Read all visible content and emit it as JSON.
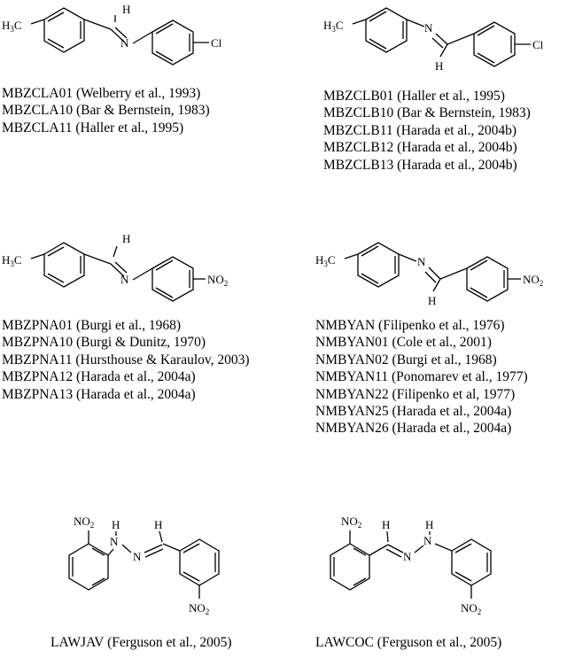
{
  "molecules": [
    {
      "id": "mbzcla",
      "labels": {
        "left": "H3C",
        "right": "Cl",
        "imine_h": "H",
        "imine_n": "N"
      },
      "refs": [
        "MBZCLA01 (Welberry et al., 1993)",
        "MBZCLA10 (Bar & Bernstein, 1983)",
        "MBZCLA11 (Haller et al., 1995)"
      ]
    },
    {
      "id": "mbzclb",
      "labels": {
        "left": "H3C",
        "right": "Cl",
        "imine_h": "H",
        "imine_n": "N"
      },
      "refs": [
        "MBZCLB01 (Haller et al., 1995)",
        "MBZCLB10 (Bar & Bernstein, 1983)",
        "MBZCLB11 (Harada et al., 2004b)",
        "MBZCLB12 (Harada et al., 2004b)",
        "MBZCLB13 (Harada et al., 2004b)"
      ]
    },
    {
      "id": "mbzpna",
      "labels": {
        "left": "H3C",
        "right": "NO2",
        "imine_h": "H",
        "imine_n": "N"
      },
      "refs": [
        "MBZPNA01 (Burgi et al., 1968)",
        "MBZPNA10 (Burgi & Dunitz, 1970)",
        "MBZPNA11 (Hursthouse & Karaulov, 2003)",
        "MBZPNA12 (Harada et al., 2004a)",
        "MBZPNA13 (Harada et al., 2004a)"
      ]
    },
    {
      "id": "nmbyan",
      "labels": {
        "left": "H3C",
        "right": "NO2",
        "imine_h": "H",
        "imine_n": "N"
      },
      "refs": [
        "NMBYAN (Filipenko et al., 1976)",
        "NMBYAN01 (Cole et al., 2001)",
        "NMBYAN02 (Burgi et al., 1968)",
        "NMBYAN11 (Ponomarev et al., 1977)",
        "NMBYAN22 (Filipenko et al, 1977)",
        "NMBYAN25 (Harada et al., 2004a)",
        "NMBYAN26 (Harada et al., 2004a)"
      ]
    },
    {
      "id": "lawjav",
      "labels": {
        "nitro_top": "NO2",
        "nitro_bottom": "NO2",
        "h1": "H",
        "h2": "H",
        "n1": "N",
        "n2": "N"
      },
      "caption": "LAWJAV (Ferguson et al., 2005)"
    },
    {
      "id": "lawcoc",
      "labels": {
        "nitro_top": "NO2",
        "nitro_bottom": "NO2",
        "h1": "H",
        "h2": "H",
        "n1": "N",
        "n2": "N"
      },
      "caption": "LAWCOC (Ferguson et al., 2005)"
    }
  ]
}
